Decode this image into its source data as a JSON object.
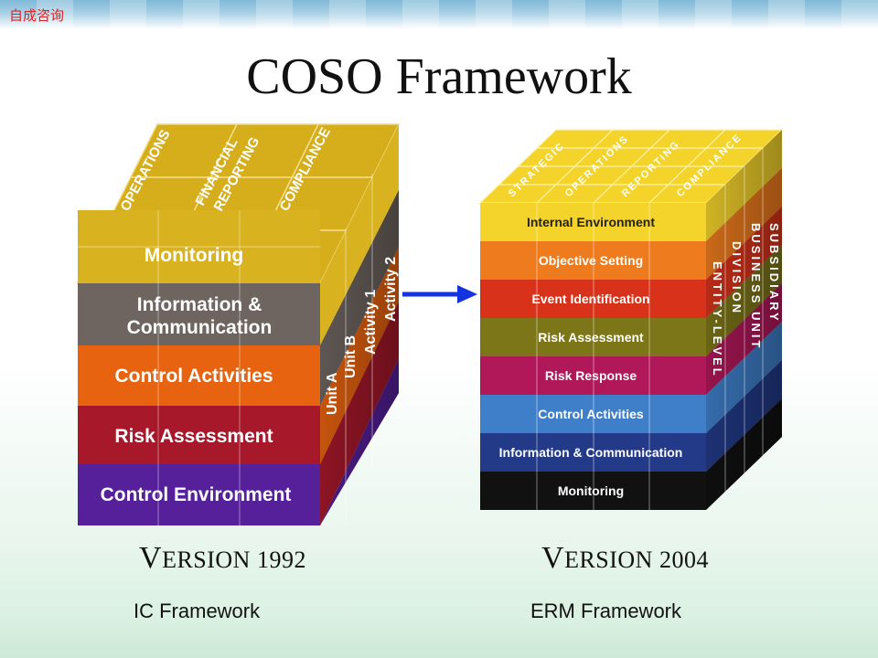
{
  "brand": "自成咨询",
  "title": "COSO Framework",
  "ic_cube": {
    "top_labels": [
      "OPERATIONS",
      "FINANCIAL",
      "REPORTING",
      "COMPLIANCE"
    ],
    "side_labels": [
      "Unit A",
      "Unit B",
      "Activity 1",
      "Activity 2"
    ],
    "layers": [
      {
        "label": "Monitoring",
        "color": "#d9b21f"
      },
      {
        "label": "Information &",
        "color": "#6e6560"
      },
      {
        "label": "Communication",
        "color": "#6e6560"
      },
      {
        "label": "Control Activities",
        "color": "#e8630f"
      },
      {
        "label": "Risk Assessment",
        "color": "#a6182a"
      },
      {
        "label": "Control Environment",
        "color": "#56209a"
      }
    ],
    "version_cap": "V",
    "version_text": "ERSION 1992",
    "caption": "IC Framework"
  },
  "erm_cube": {
    "top_labels": [
      "STRATEGIC",
      "OPERATIONS",
      "REPORTING",
      "COMPLIANCE"
    ],
    "side_labels": [
      "SUBSIDIARY",
      "BUSINESS UNIT",
      "DIVISION",
      "ENTITY-LEVEL"
    ],
    "layers": [
      {
        "label": "Internal Environment",
        "color": "#f4d32b"
      },
      {
        "label": "Objective Setting",
        "color": "#ee7b1d"
      },
      {
        "label": "Event Identification",
        "color": "#d8331a"
      },
      {
        "label": "Risk Assessment",
        "color": "#7d7618"
      },
      {
        "label": "Risk Response",
        "color": "#b0185a"
      },
      {
        "label": "Control Activities",
        "color": "#3f7fca"
      },
      {
        "label": "Information & Communication",
        "color": "#223a88"
      },
      {
        "label": "Monitoring",
        "color": "#111111"
      }
    ],
    "version_cap": "V",
    "version_text": "ERSION 2004",
    "caption": "ERM Framework"
  },
  "arrow_color": "#1433e0"
}
